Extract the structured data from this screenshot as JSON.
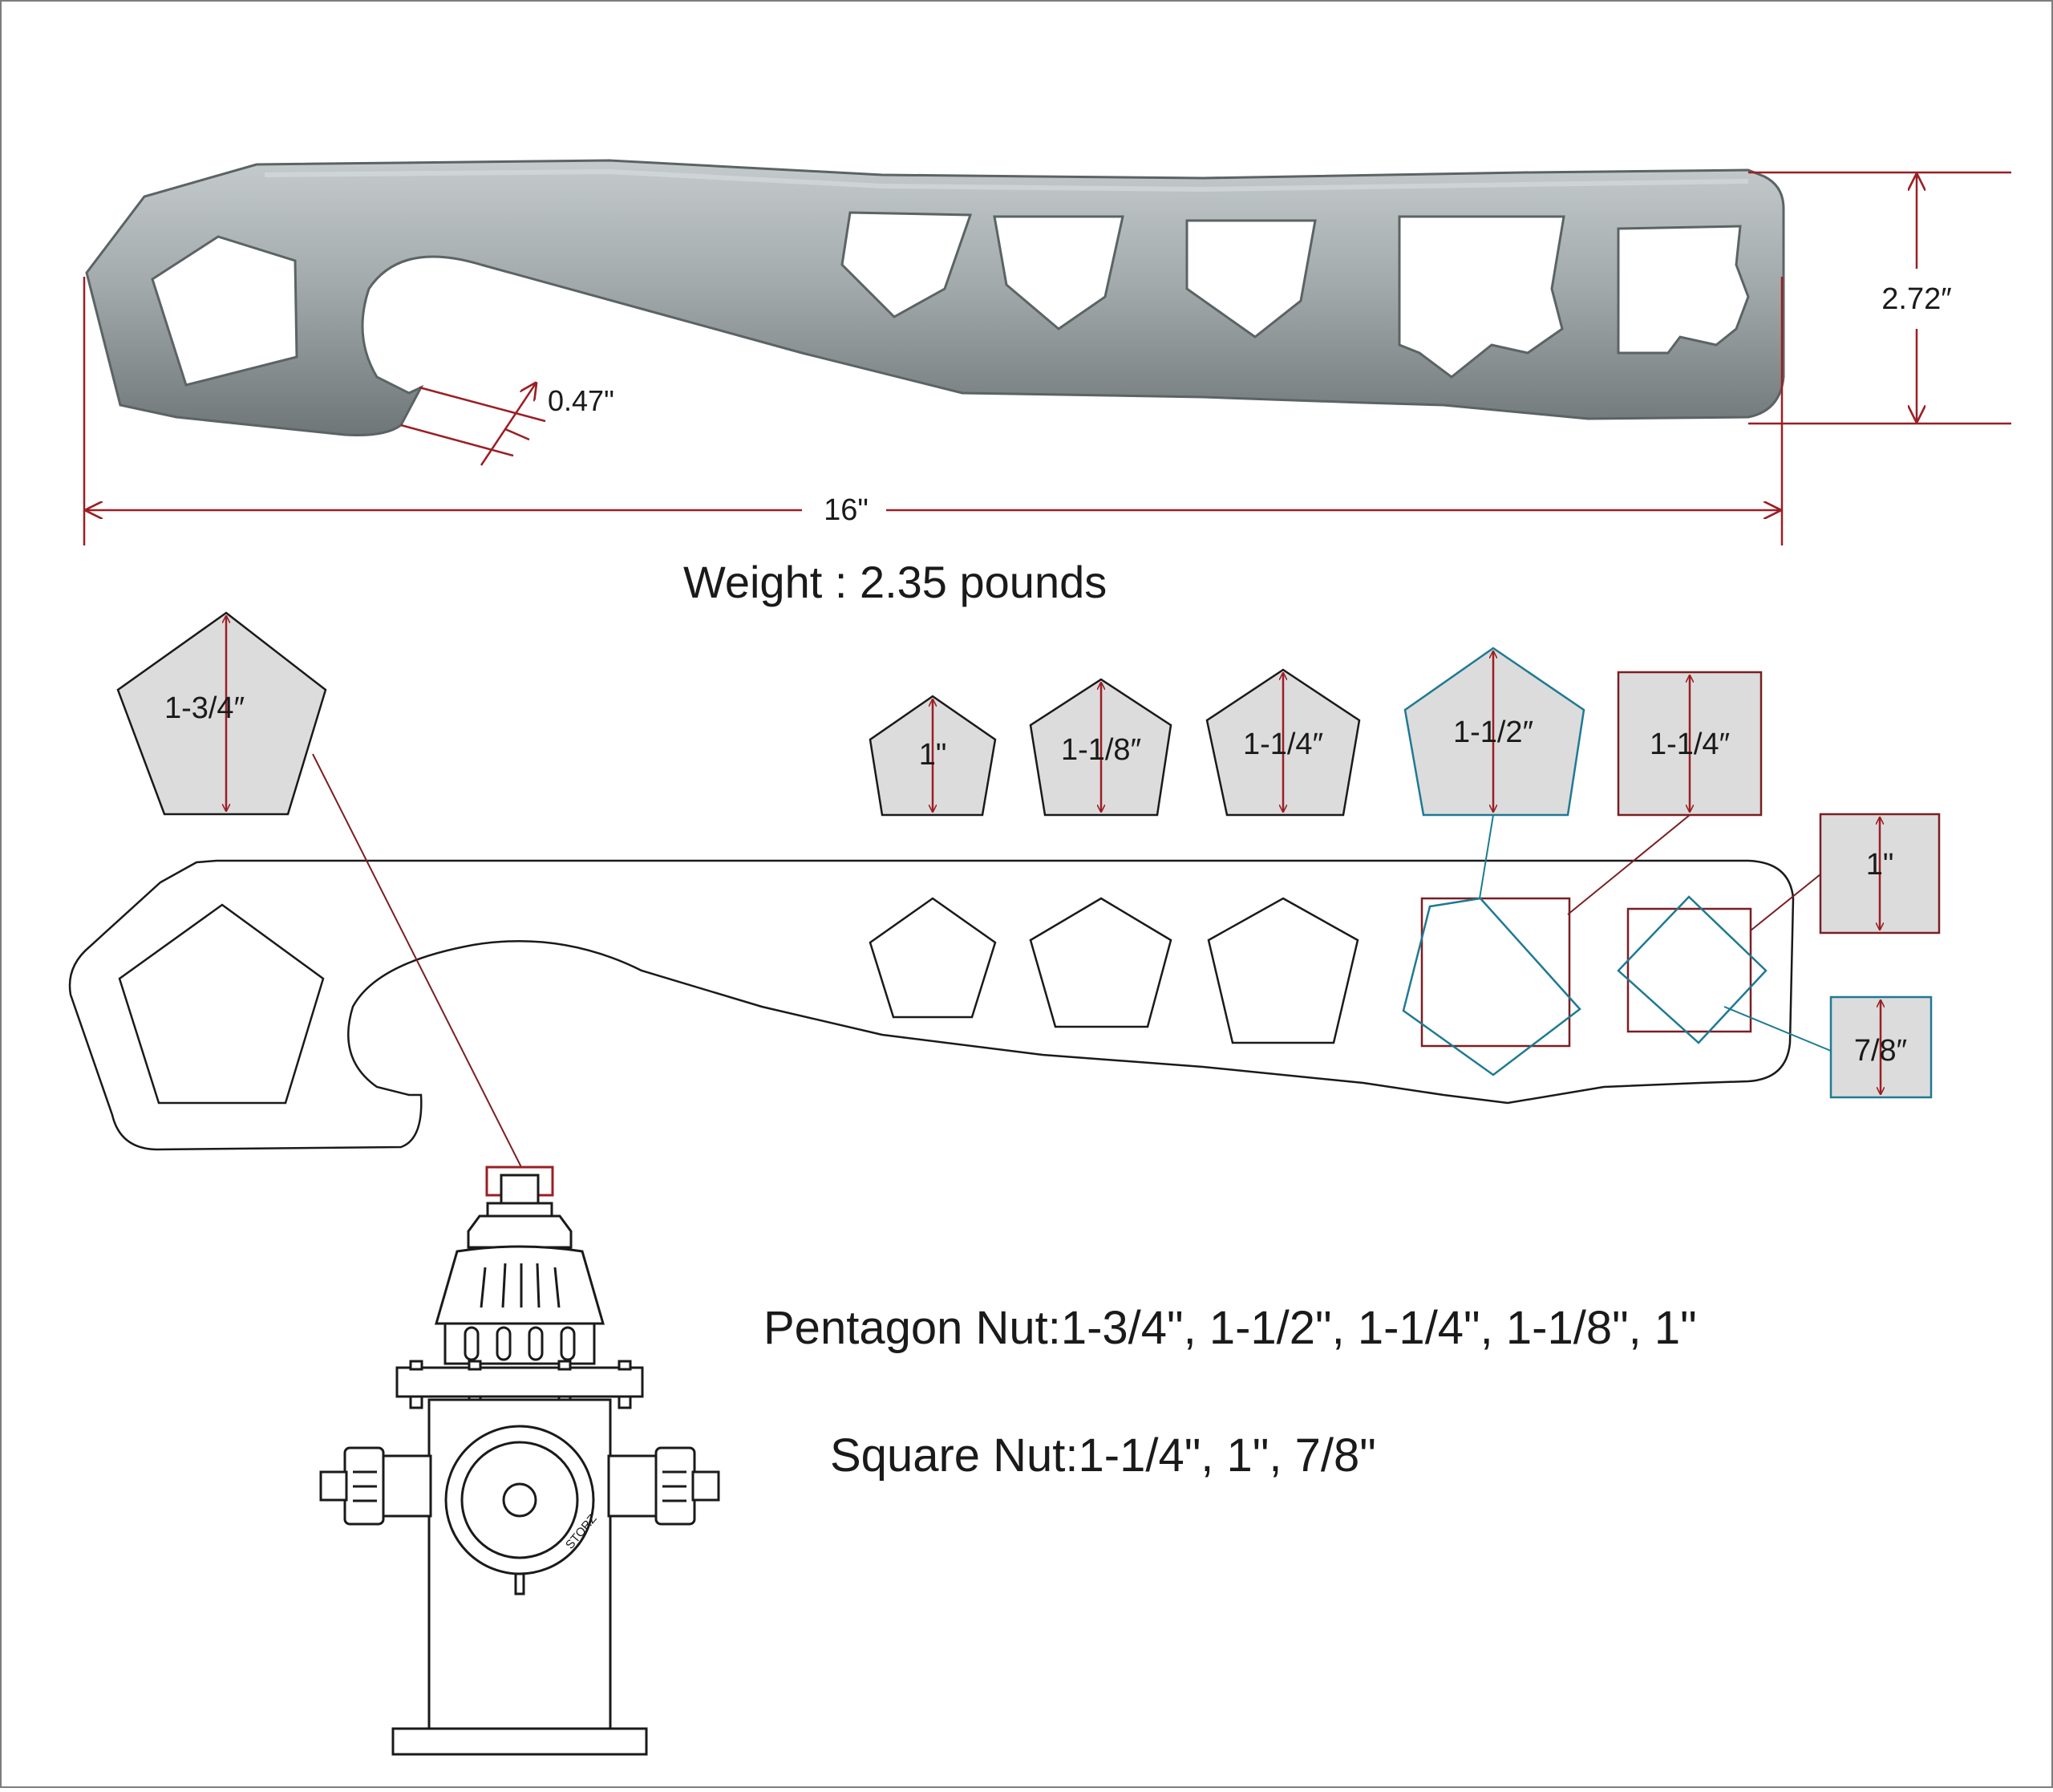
{
  "colors": {
    "dim": "#9a1f24",
    "teal": "#1e7a93",
    "maroon": "#7a1f22",
    "nut_fill": "#dcdcdc",
    "steel_light": "#c5cbcc",
    "steel_dark": "#646b6d",
    "line": "#1a1a1a"
  },
  "photo_dims": {
    "length": "16\"",
    "height": "2.72″",
    "hook_gap": "0.47\""
  },
  "weight": "Weight : 2.35 pounds",
  "nut_labels": {
    "pent_1_3_4": "1-3/4″",
    "pent_1": "1\"",
    "pent_1_1_8": "1-1/8″",
    "pent_1_1_4": "1-1/4″",
    "pent_1_1_2": "1-1/2″",
    "sq_1_1_4": "1-1/4″",
    "sq_1": "1\"",
    "sq_7_8": "7/8″"
  },
  "hydrant_brand": "STORZ",
  "specs": {
    "pentagon": "Pentagon Nut:1-3/4\", 1-1/2\", 1-1/4\", 1-1/8\", 1\"",
    "square": "Square Nut:1-1/4\", 1\", 7/8\""
  }
}
